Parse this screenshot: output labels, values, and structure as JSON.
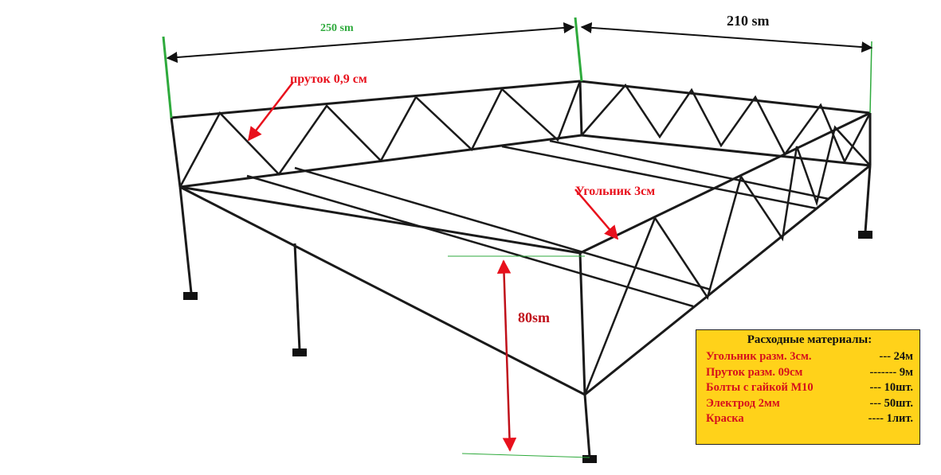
{
  "labels": {
    "width_dim": "250 sm",
    "depth_dim": "210 sm",
    "rod_note": "пруток 0,9 см",
    "angle_note": "Угольник 3см",
    "height_dim": "80sm"
  },
  "materials": {
    "title": "Расходные материалы:",
    "items": [
      {
        "name": "Угольник разм. 3см.",
        "value": "--- 24м"
      },
      {
        "name": "Пруток разм. 09см",
        "value": "------- 9м"
      },
      {
        "name": "Болты с гайкой М10",
        "value": "--- 10шт."
      },
      {
        "name": "Электрод 2мм",
        "value": "--- 50шт."
      },
      {
        "name": "Краска",
        "value": "---- 1лит."
      }
    ]
  },
  "colors": {
    "frame": "#1a1a1a",
    "dimension_green": "#2eaa3c",
    "annotation_red": "#e8101c",
    "panel_yellow": "#ffd21a"
  }
}
